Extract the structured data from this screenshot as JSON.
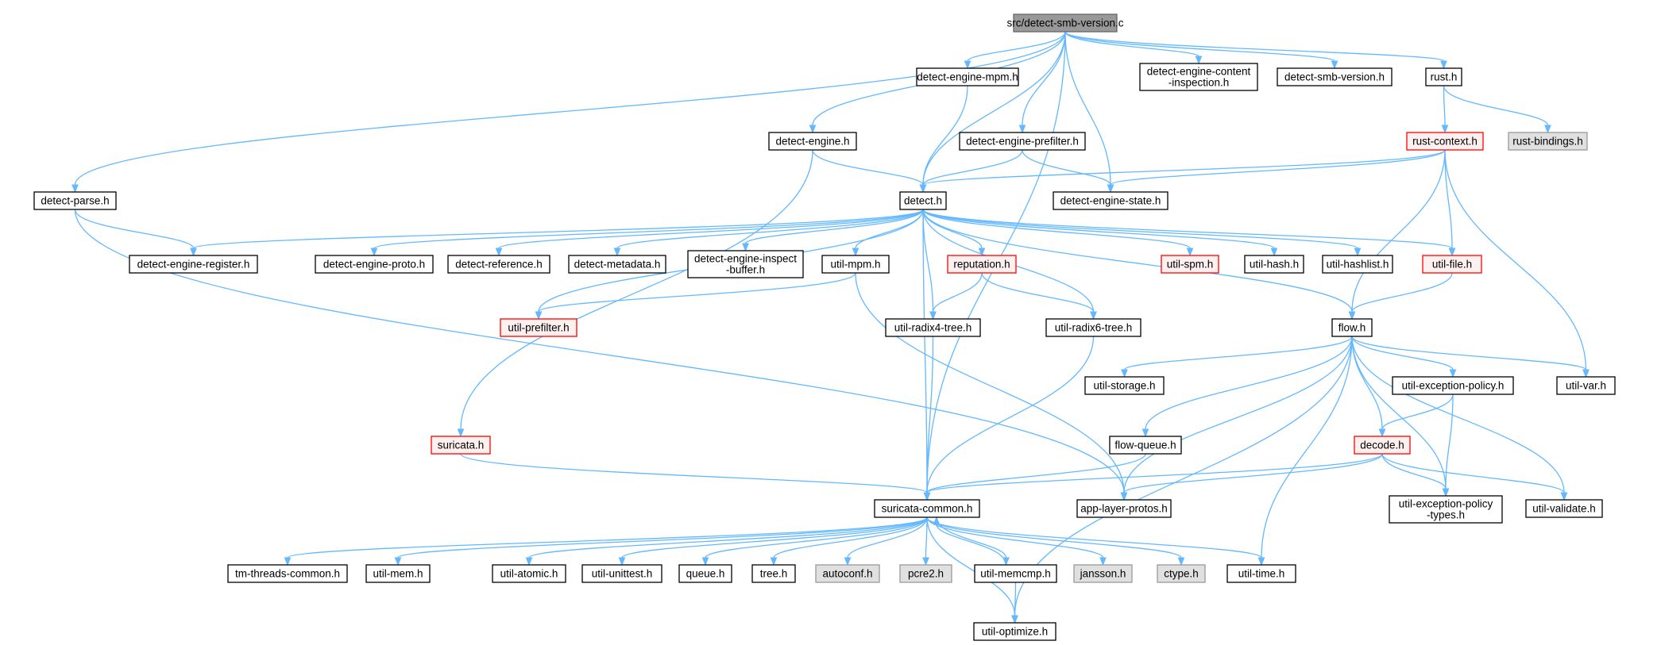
{
  "colors": {
    "edge": "#63b8ff",
    "node_fill": "#ffffff",
    "node_border": "#000000",
    "focus_fill": "#999999",
    "focus_border": "#666666",
    "external_fill": "#e0e0e0",
    "external_border": "#999999",
    "truncated_fill": "#fff0f0",
    "truncated_border": "#ff0000"
  },
  "nodes": [
    {
      "id": "root",
      "lines": [
        "src/detect-smb-version.c"
      ],
      "style": "focus"
    },
    {
      "id": "detect_engine_mpm",
      "lines": [
        "detect-engine-mpm.h"
      ],
      "style": "normal"
    },
    {
      "id": "detect_engine_content_inspection",
      "lines": [
        "detect-engine-content",
        "-inspection.h"
      ],
      "style": "normal"
    },
    {
      "id": "detect_smb_version_h",
      "lines": [
        "detect-smb-version.h"
      ],
      "style": "normal"
    },
    {
      "id": "rust_h",
      "lines": [
        "rust.h"
      ],
      "style": "normal"
    },
    {
      "id": "detect_engine_h",
      "lines": [
        "detect-engine.h"
      ],
      "style": "normal"
    },
    {
      "id": "detect_engine_prefilter",
      "lines": [
        "detect-engine-prefilter.h"
      ],
      "style": "normal"
    },
    {
      "id": "rust_context",
      "lines": [
        "rust-context.h"
      ],
      "style": "truncated"
    },
    {
      "id": "rust_bindings",
      "lines": [
        "rust-bindings.h"
      ],
      "style": "external"
    },
    {
      "id": "detect_parse",
      "lines": [
        "detect-parse.h"
      ],
      "style": "normal"
    },
    {
      "id": "detect_h",
      "lines": [
        "detect.h"
      ],
      "style": "normal"
    },
    {
      "id": "detect_engine_state",
      "lines": [
        "detect-engine-state.h"
      ],
      "style": "normal"
    },
    {
      "id": "detect_engine_register",
      "lines": [
        "detect-engine-register.h"
      ],
      "style": "normal"
    },
    {
      "id": "detect_engine_proto",
      "lines": [
        "detect-engine-proto.h"
      ],
      "style": "normal"
    },
    {
      "id": "detect_reference",
      "lines": [
        "detect-reference.h"
      ],
      "style": "normal"
    },
    {
      "id": "detect_metadata",
      "lines": [
        "detect-metadata.h"
      ],
      "style": "normal"
    },
    {
      "id": "detect_engine_inspect_buffer",
      "lines": [
        "detect-engine-inspect",
        "-buffer.h"
      ],
      "style": "normal"
    },
    {
      "id": "util_mpm",
      "lines": [
        "util-mpm.h"
      ],
      "style": "normal"
    },
    {
      "id": "reputation",
      "lines": [
        "reputation.h"
      ],
      "style": "truncated"
    },
    {
      "id": "util_spm",
      "lines": [
        "util-spm.h"
      ],
      "style": "truncated"
    },
    {
      "id": "util_hash",
      "lines": [
        "util-hash.h"
      ],
      "style": "normal"
    },
    {
      "id": "util_hashlist",
      "lines": [
        "util-hashlist.h"
      ],
      "style": "normal"
    },
    {
      "id": "util_file",
      "lines": [
        "util-file.h"
      ],
      "style": "truncated"
    },
    {
      "id": "util_prefilter",
      "lines": [
        "util-prefilter.h"
      ],
      "style": "truncated"
    },
    {
      "id": "util_radix4",
      "lines": [
        "util-radix4-tree.h"
      ],
      "style": "normal"
    },
    {
      "id": "util_radix6",
      "lines": [
        "util-radix6-tree.h"
      ],
      "style": "normal"
    },
    {
      "id": "flow_h",
      "lines": [
        "flow.h"
      ],
      "style": "normal"
    },
    {
      "id": "util_storage",
      "lines": [
        "util-storage.h"
      ],
      "style": "normal"
    },
    {
      "id": "util_exception_policy",
      "lines": [
        "util-exception-policy.h"
      ],
      "style": "normal"
    },
    {
      "id": "util_var",
      "lines": [
        "util-var.h"
      ],
      "style": "normal"
    },
    {
      "id": "suricata_h",
      "lines": [
        "suricata.h"
      ],
      "style": "truncated"
    },
    {
      "id": "flow_queue",
      "lines": [
        "flow-queue.h"
      ],
      "style": "normal"
    },
    {
      "id": "decode_h",
      "lines": [
        "decode.h"
      ],
      "style": "truncated"
    },
    {
      "id": "suricata_common",
      "lines": [
        "suricata-common.h"
      ],
      "style": "normal"
    },
    {
      "id": "app_layer_protos",
      "lines": [
        "app-layer-protos.h"
      ],
      "style": "normal"
    },
    {
      "id": "util_exception_policy_types",
      "lines": [
        "util-exception-policy",
        "-types.h"
      ],
      "style": "normal"
    },
    {
      "id": "util_validate",
      "lines": [
        "util-validate.h"
      ],
      "style": "normal"
    },
    {
      "id": "tm_threads_common",
      "lines": [
        "tm-threads-common.h"
      ],
      "style": "normal"
    },
    {
      "id": "util_mem",
      "lines": [
        "util-mem.h"
      ],
      "style": "normal"
    },
    {
      "id": "util_atomic",
      "lines": [
        "util-atomic.h"
      ],
      "style": "normal"
    },
    {
      "id": "util_unittest",
      "lines": [
        "util-unittest.h"
      ],
      "style": "normal"
    },
    {
      "id": "queue_h",
      "lines": [
        "queue.h"
      ],
      "style": "normal"
    },
    {
      "id": "tree_h",
      "lines": [
        "tree.h"
      ],
      "style": "normal"
    },
    {
      "id": "autoconf",
      "lines": [
        "autoconf.h"
      ],
      "style": "external"
    },
    {
      "id": "pcre2",
      "lines": [
        "pcre2.h"
      ],
      "style": "external"
    },
    {
      "id": "util_memcmp",
      "lines": [
        "util-memcmp.h"
      ],
      "style": "normal"
    },
    {
      "id": "jansson",
      "lines": [
        "jansson.h"
      ],
      "style": "external"
    },
    {
      "id": "ctype",
      "lines": [
        "ctype.h"
      ],
      "style": "external"
    },
    {
      "id": "util_time",
      "lines": [
        "util-time.h"
      ],
      "style": "normal"
    },
    {
      "id": "util_optimize",
      "lines": [
        "util-optimize.h"
      ],
      "style": "normal"
    }
  ],
  "edges": [
    [
      "root",
      "detect_engine_mpm"
    ],
    [
      "root",
      "detect_engine_content_inspection"
    ],
    [
      "root",
      "detect_smb_version_h"
    ],
    [
      "root",
      "rust_h"
    ],
    [
      "root",
      "detect_engine_h"
    ],
    [
      "root",
      "detect_engine_prefilter"
    ],
    [
      "root",
      "detect_parse"
    ],
    [
      "root",
      "detect_h"
    ],
    [
      "root",
      "detect_engine_state"
    ],
    [
      "root",
      "suricata_common"
    ],
    [
      "rust_h",
      "rust_context"
    ],
    [
      "rust_h",
      "rust_bindings"
    ],
    [
      "detect_engine_mpm",
      "detect_h"
    ],
    [
      "detect_engine_h",
      "detect_h"
    ],
    [
      "detect_engine_h",
      "suricata_h"
    ],
    [
      "detect_engine_prefilter",
      "detect_h"
    ],
    [
      "detect_engine_prefilter",
      "detect_engine_state"
    ],
    [
      "rust_context",
      "detect_h"
    ],
    [
      "rust_context",
      "detect_engine_state"
    ],
    [
      "rust_context",
      "util_file"
    ],
    [
      "rust_context",
      "flow_h"
    ],
    [
      "rust_context",
      "util_var"
    ],
    [
      "detect_parse",
      "detect_engine_register"
    ],
    [
      "detect_parse",
      "app_layer_protos"
    ],
    [
      "detect_h",
      "detect_engine_register"
    ],
    [
      "detect_h",
      "detect_engine_proto"
    ],
    [
      "detect_h",
      "detect_reference"
    ],
    [
      "detect_h",
      "detect_metadata"
    ],
    [
      "detect_h",
      "detect_engine_inspect_buffer"
    ],
    [
      "detect_h",
      "util_mpm"
    ],
    [
      "detect_h",
      "reputation"
    ],
    [
      "detect_h",
      "util_spm"
    ],
    [
      "detect_h",
      "util_hash"
    ],
    [
      "detect_h",
      "util_hashlist"
    ],
    [
      "detect_h",
      "util_file"
    ],
    [
      "detect_h",
      "util_prefilter"
    ],
    [
      "detect_h",
      "util_radix4"
    ],
    [
      "detect_h",
      "util_radix6"
    ],
    [
      "detect_h",
      "flow_h"
    ],
    [
      "detect_h",
      "suricata_common"
    ],
    [
      "util_mpm",
      "util_prefilter"
    ],
    [
      "util_mpm",
      "app_layer_protos"
    ],
    [
      "reputation",
      "util_radix4"
    ],
    [
      "reputation",
      "util_radix6"
    ],
    [
      "util_file",
      "flow_h"
    ],
    [
      "util_radix4",
      "suricata_common"
    ],
    [
      "util_radix6",
      "suricata_common"
    ],
    [
      "flow_h",
      "util_storage"
    ],
    [
      "flow_h",
      "util_exception_policy"
    ],
    [
      "flow_h",
      "util_var"
    ],
    [
      "flow_h",
      "flow_queue"
    ],
    [
      "flow_h",
      "decode_h"
    ],
    [
      "flow_h",
      "app_layer_protos"
    ],
    [
      "flow_h",
      "util_exception_policy_types"
    ],
    [
      "flow_h",
      "util_validate"
    ],
    [
      "flow_h",
      "util_time"
    ],
    [
      "flow_h",
      "util_optimize"
    ],
    [
      "util_exception_policy",
      "decode_h"
    ],
    [
      "util_exception_policy",
      "util_exception_policy_types"
    ],
    [
      "suricata_h",
      "suricata_common"
    ],
    [
      "flow_queue",
      "suricata_common"
    ],
    [
      "decode_h",
      "suricata_common"
    ],
    [
      "decode_h",
      "app_layer_protos"
    ],
    [
      "decode_h",
      "util_exception_policy_types"
    ],
    [
      "decode_h",
      "util_validate"
    ],
    [
      "suricata_common",
      "tm_threads_common"
    ],
    [
      "suricata_common",
      "util_mem"
    ],
    [
      "suricata_common",
      "util_atomic"
    ],
    [
      "suricata_common",
      "util_unittest"
    ],
    [
      "suricata_common",
      "queue_h"
    ],
    [
      "suricata_common",
      "tree_h"
    ],
    [
      "suricata_common",
      "autoconf"
    ],
    [
      "suricata_common",
      "pcre2"
    ],
    [
      "suricata_common",
      "util_memcmp"
    ],
    [
      "suricata_common",
      "jansson"
    ],
    [
      "suricata_common",
      "ctype"
    ],
    [
      "suricata_common",
      "util_time"
    ],
    [
      "suricata_common",
      "util_optimize"
    ],
    [
      "util_memcmp",
      "suricata_common"
    ],
    [
      "util_memcmp",
      "util_optimize"
    ]
  ]
}
